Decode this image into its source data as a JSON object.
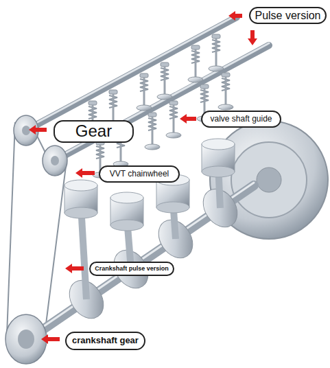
{
  "diagram": {
    "nodes": [
      {
        "text": [
          "Pulse version"
        ]
      },
      {
        "text": [
          "Gear"
        ]
      },
      {
        "text": [
          "valve shaft guide"
        ]
      },
      {
        "text": [
          "VVT chainwheel"
        ]
      },
      {
        "text": [
          "Crankshaft pulse version"
        ]
      },
      {
        "text": [
          "crankshaft gear"
        ]
      }
    ]
  }
}
